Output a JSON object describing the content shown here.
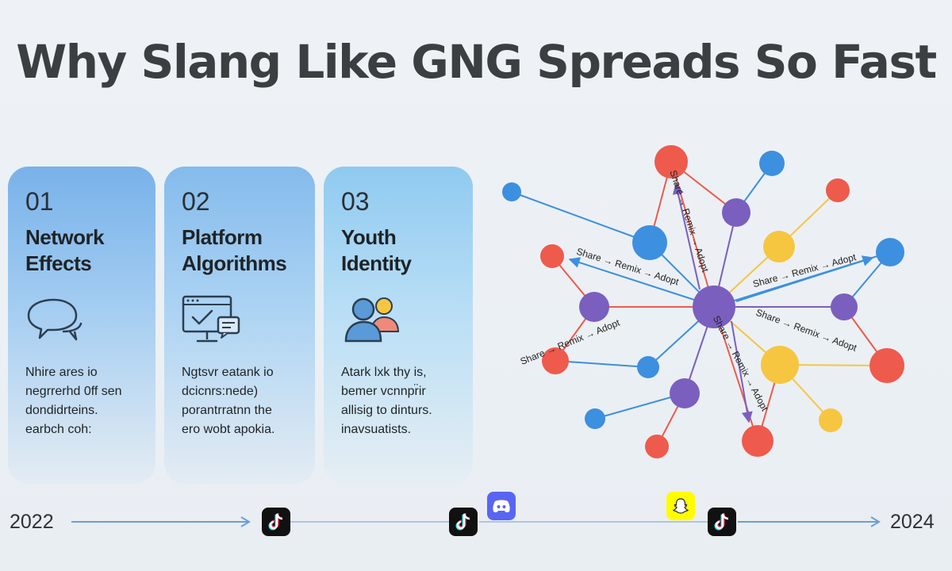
{
  "title": "Why Slang Like GNG Spreads So Fast",
  "cards": [
    {
      "number": "01",
      "heading_lines": [
        "Network",
        "Effects"
      ],
      "icon": "speech-bubbles-icon",
      "body_lines": [
        "Nhire ares io",
        "negrrerhd 0ff sen",
        "dondidrteins.",
        "earbch coh:"
      ]
    },
    {
      "number": "02",
      "heading_lines": [
        "Platform",
        "Algorithms"
      ],
      "icon": "monitor-chat-icon",
      "body_lines": [
        "Ngtsvr eatank io",
        "dcicnrs:nede)",
        "porantrratnn the",
        "ero wobt apokia."
      ]
    },
    {
      "number": "03",
      "heading_lines": [
        "Youth",
        "Identity"
      ],
      "icon": "people-icon",
      "body_lines": [
        "Atark lxk thy is,",
        "bemer vcnnpr̈ir",
        "allisig to dinturs.",
        "inavsuatists."
      ]
    }
  ],
  "network": {
    "edge_label": "Share → Remix → Adopt",
    "colors": {
      "red": "#ee5a4c",
      "blue": "#3d8fdf",
      "purple": "#7a5fbf",
      "yellow": "#f6c640"
    }
  },
  "timeline": {
    "start": "2022",
    "end": "2024",
    "apps": [
      {
        "name": "tiktok-icon",
        "glyph": "♪"
      },
      {
        "name": "tiktok-icon",
        "glyph": "♪"
      },
      {
        "name": "discord-icon",
        "glyph": ""
      },
      {
        "name": "snapchat-icon",
        "glyph": ""
      },
      {
        "name": "tiktok-icon",
        "glyph": "♪"
      }
    ]
  }
}
